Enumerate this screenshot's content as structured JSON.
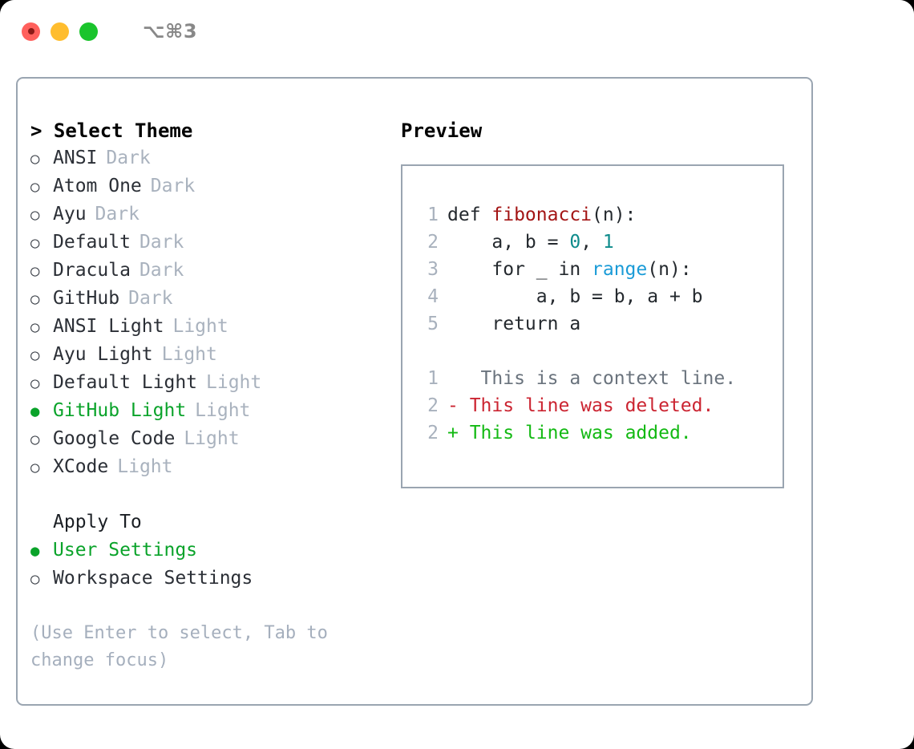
{
  "titlebar": {
    "shortcut": "⌥⌘3",
    "lights": [
      "close-light",
      "minimize-light",
      "zoom-light"
    ]
  },
  "theme_picker": {
    "header": "> Select Theme",
    "options": [
      {
        "marker": "○",
        "name": "ANSI",
        "variant": "Dark",
        "selected": false
      },
      {
        "marker": "○",
        "name": "Atom One",
        "variant": "Dark",
        "selected": false
      },
      {
        "marker": "○",
        "name": "Ayu",
        "variant": "Dark",
        "selected": false
      },
      {
        "marker": "○",
        "name": "Default",
        "variant": "Dark",
        "selected": false
      },
      {
        "marker": "○",
        "name": "Dracula",
        "variant": "Dark",
        "selected": false
      },
      {
        "marker": "○",
        "name": "GitHub",
        "variant": "Dark",
        "selected": false
      },
      {
        "marker": "○",
        "name": "ANSI Light",
        "variant": "Light",
        "selected": false
      },
      {
        "marker": "○",
        "name": "Ayu Light",
        "variant": "Light",
        "selected": false
      },
      {
        "marker": "○",
        "name": "Default Light",
        "variant": "Light",
        "selected": false
      },
      {
        "marker": "●",
        "name": "GitHub Light",
        "variant": "Light",
        "selected": true
      },
      {
        "marker": "○",
        "name": "Google Code",
        "variant": "Light",
        "selected": false
      },
      {
        "marker": "○",
        "name": "XCode",
        "variant": "Light",
        "selected": false
      }
    ]
  },
  "apply_to": {
    "header": "Apply To",
    "options": [
      {
        "marker": "●",
        "name": "User Settings",
        "selected": true
      },
      {
        "marker": "○",
        "name": "Workspace Settings",
        "selected": false
      }
    ]
  },
  "hint": "(Use Enter to select, Tab to change focus)",
  "preview": {
    "title": "Preview",
    "code_lines": [
      {
        "number": "1",
        "tokens": [
          {
            "text": "def ",
            "type": "kw"
          },
          {
            "text": "fibonacci",
            "type": "fn"
          },
          {
            "text": "(n):",
            "type": "plain"
          }
        ]
      },
      {
        "number": "2",
        "tokens": [
          {
            "text": "    a, b = ",
            "type": "plain"
          },
          {
            "text": "0",
            "type": "num"
          },
          {
            "text": ", ",
            "type": "plain"
          },
          {
            "text": "1",
            "type": "num"
          }
        ]
      },
      {
        "number": "3",
        "tokens": [
          {
            "text": "    for _ in ",
            "type": "kw"
          },
          {
            "text": "range",
            "type": "call"
          },
          {
            "text": "(n):",
            "type": "plain"
          }
        ]
      },
      {
        "number": "4",
        "tokens": [
          {
            "text": "        a, b = b, a + b",
            "type": "plain"
          }
        ]
      },
      {
        "number": "5",
        "tokens": [
          {
            "text": "    return a",
            "type": "kw"
          }
        ]
      }
    ],
    "diff_lines": [
      {
        "number": "1",
        "sign": " ",
        "text": "  This is a context line.",
        "type": "context"
      },
      {
        "number": "2",
        "sign": "-",
        "text": " This line was deleted.",
        "type": "deleted"
      },
      {
        "number": "2",
        "sign": "+",
        "text": " This line was added.",
        "type": "added"
      }
    ]
  },
  "colors": {
    "accent_green": "#0aa32a",
    "diff_added": "#13b913",
    "diff_deleted": "#cb2431",
    "diff_context": "#6a737d",
    "muted": "#a9b2be",
    "border": "#9aa5b1",
    "keyword": "#24292e",
    "function": "#a31515",
    "number": "#0e8b8b",
    "call": "#1a9bd7"
  }
}
